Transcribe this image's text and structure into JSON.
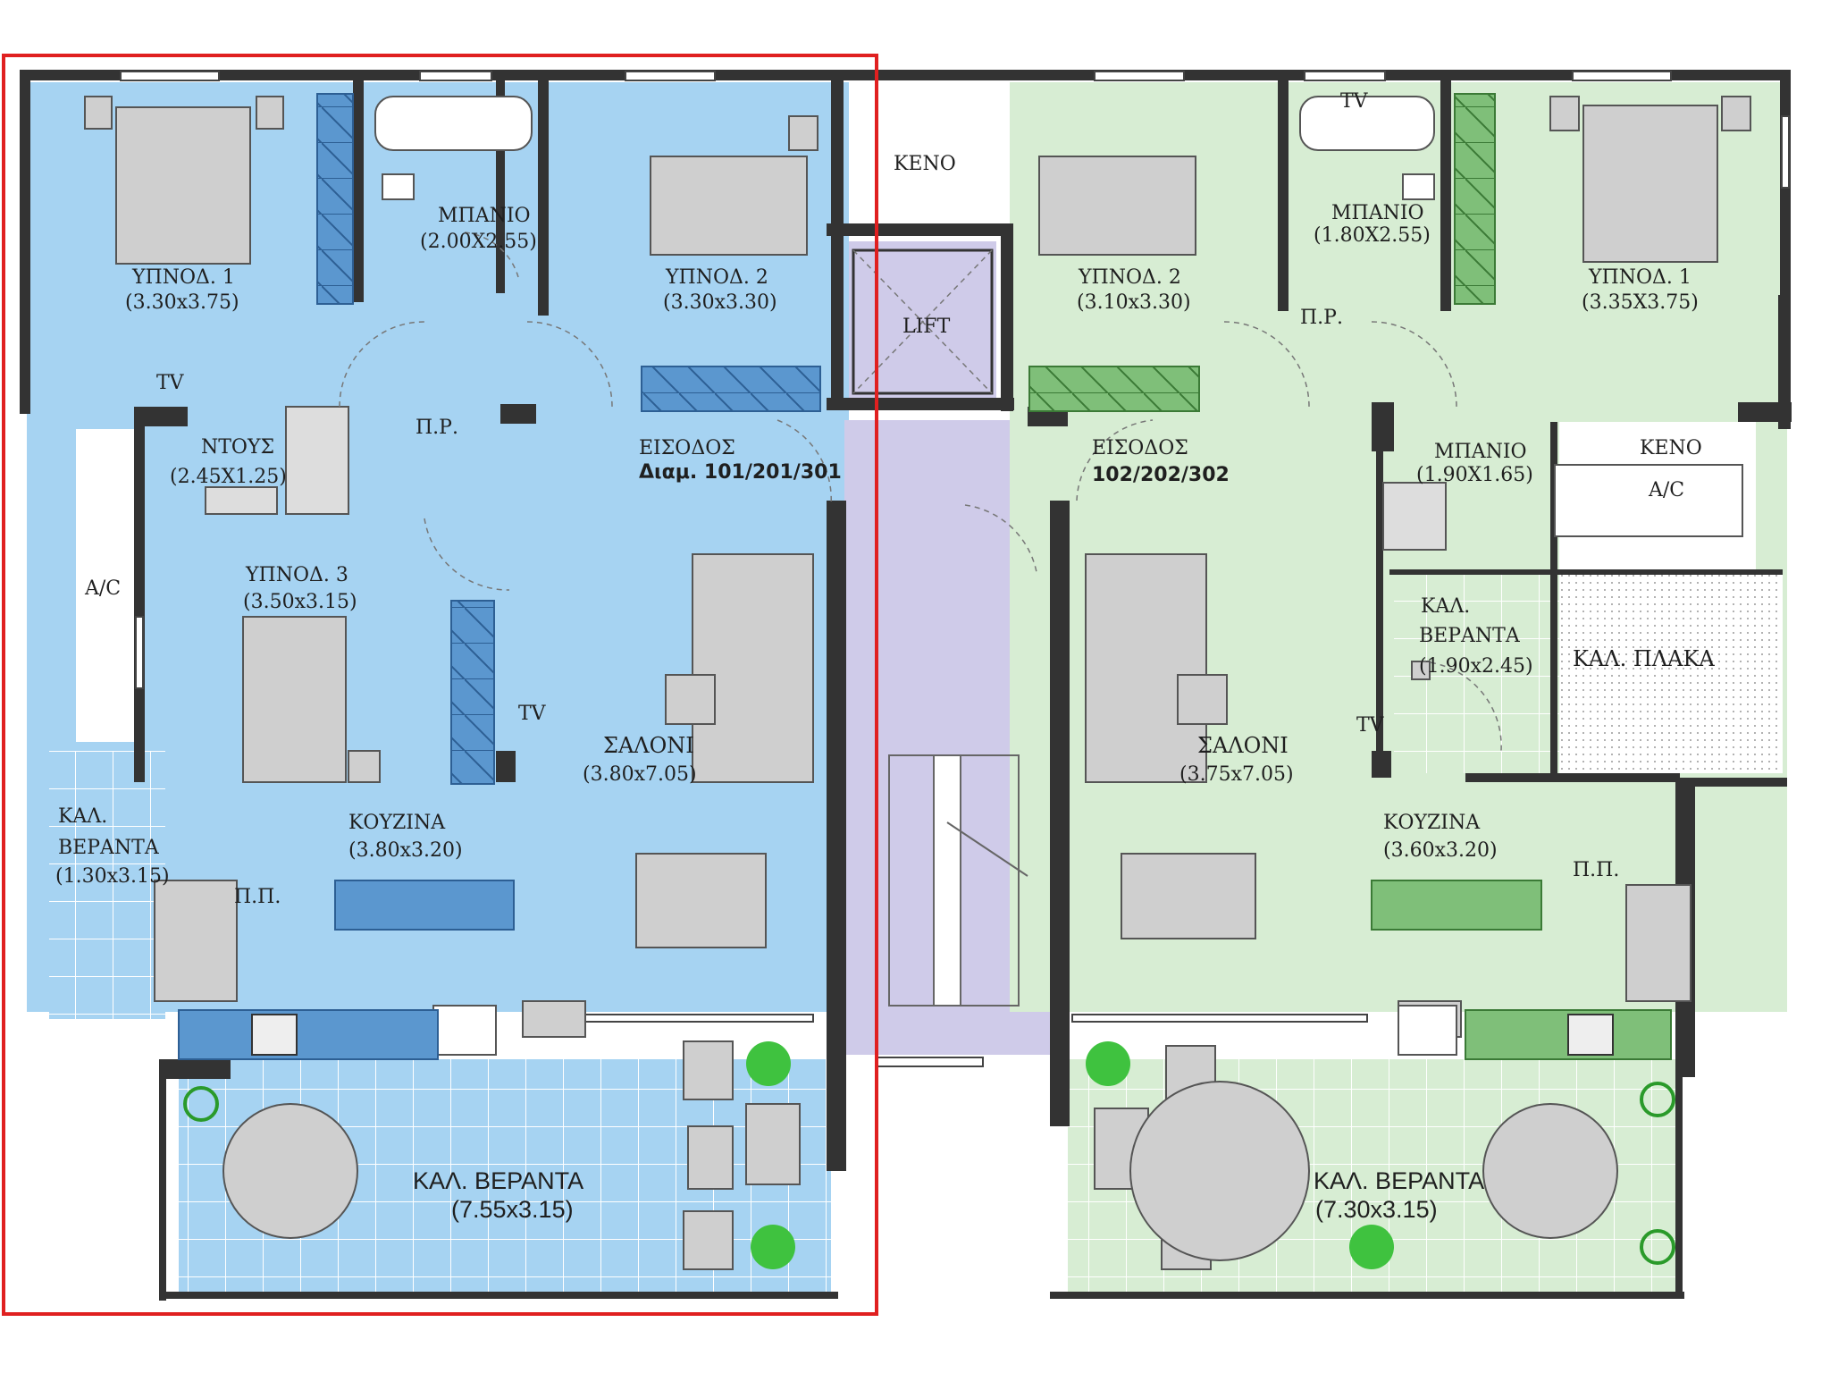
{
  "plan": {
    "labels": {
      "void_top": "KENO",
      "lift": "LIFT",
      "void_right": "KENO",
      "ac_right": "A/C",
      "ac_left": "A/C",
      "a_bed1": "ΥΠΝΟΔ. 1",
      "a_bed1_dim": "(3.30x3.75)",
      "a_bath": "ΜΠΑΝΙΟ",
      "a_bath_dim": "(2.00X2.55)",
      "a_bed2": "ΥΠΝΟΔ. 2",
      "a_bed2_dim": "(3.30x3.30)",
      "a_shower": "ΝΤΟΥΣ",
      "a_shower_dim": "(2.45X1.25)",
      "a_pr": "Π.Ρ.",
      "a_entrance": "ΕΙΣΟΔΟΣ",
      "a_entrance_units": "Διαμ. 101/201/301",
      "a_bed3": "ΥΠΝΟΔ. 3",
      "a_bed3_dim": "(3.50x3.15)",
      "a_living": "ΣΑΛΟΝΙ",
      "a_living_dim": "(3.80x7.05)",
      "a_kitchen": "ΚΟΥΖΙΝΑ",
      "a_kitchen_dim": "(3.80x3.20)",
      "a_veranda_small1": "ΚΑΛ.",
      "a_veranda_small2": "ΒΕΡΑΝΤΑ",
      "a_veranda_small_dim": "(1.30x3.15)",
      "a_pp": "Π.Π.",
      "a_veranda": "ΚΑΛ. ΒΕΡΑΝΤΑ",
      "a_veranda_dim": "(7.55x3.15)",
      "a_tv1": "TV",
      "a_tv2": "TV",
      "b_bed2": "ΥΠΝΟΔ. 2",
      "b_bed2_dim": "(3.10x3.30)",
      "b_bath": "ΜΠΑΝΙΟ",
      "b_bath_dim": "(1.80X2.55)",
      "b_pr": "Π.Ρ.",
      "b_bed1": "ΥΠΝΟΔ. 1",
      "b_bed1_dim": "(3.35X3.75)",
      "b_entrance": "ΕΙΣΟΔΟΣ",
      "b_entrance_units": "102/202/302",
      "b_bath2": "ΜΠΑΝΙΟ",
      "b_bath2_dim": "(1.90X1.65)",
      "b_veranda_small1": "ΚΑΛ.",
      "b_veranda_small2": "ΒΕΡΑΝΤΑ",
      "b_veranda_small_dim": "(1.90x2.45)",
      "b_slab": "ΚΑΛ. ΠΛΑΚΑ",
      "b_living": "ΣΑΛΟΝΙ",
      "b_living_dim": "(3.75x7.05)",
      "b_kitchen": "ΚΟΥΖΙΝΑ",
      "b_kitchen_dim": "(3.60x3.20)",
      "b_pp": "Π.Π.",
      "b_veranda": "ΚΑΛ. ΒΕΡΑΝΤΑ",
      "b_veranda_dim": "(7.30x3.15)",
      "b_tv": "TV",
      "b_tv2": "TV"
    },
    "colors": {
      "unit_a_fill": "#a6d3f2",
      "unit_a_dark": "#5b97cf",
      "unit_b_fill": "#d7edd3",
      "unit_b_dark": "#7fbf79",
      "core_fill": "#cfcbe9",
      "wall": "#333333",
      "highlight": "#e02020",
      "furniture": "#cfcfcf"
    }
  }
}
